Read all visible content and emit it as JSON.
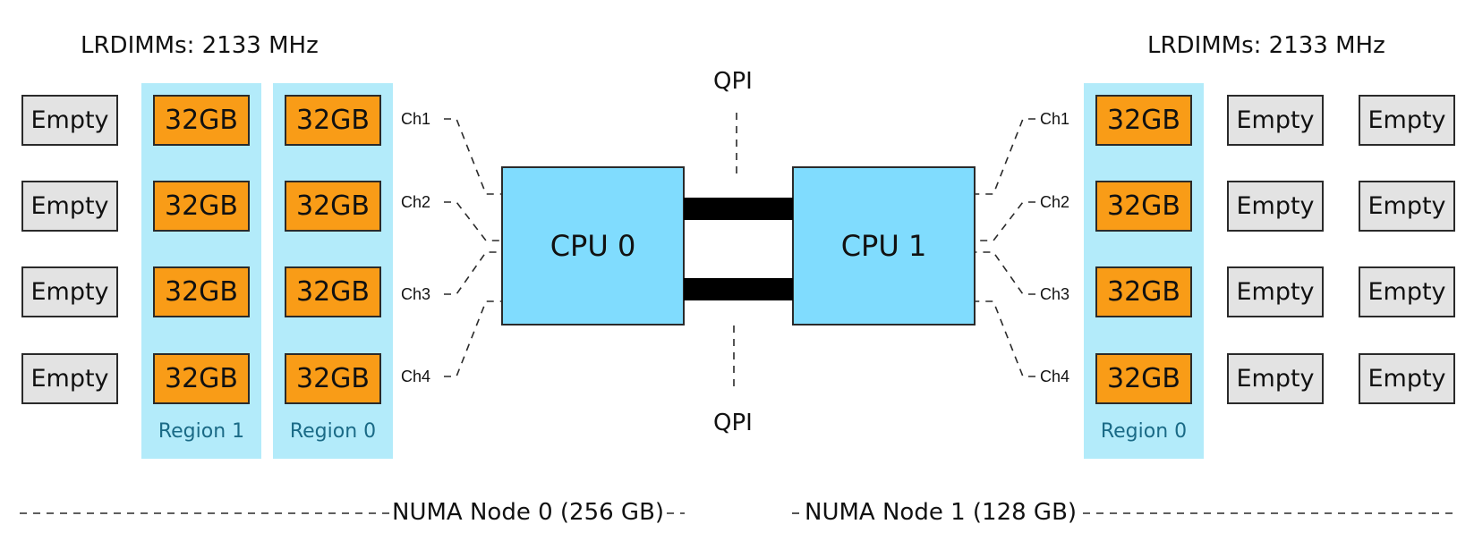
{
  "left_socket": {
    "title": "LRDIMMs: 2133 MHz",
    "columns": [
      {
        "region": null,
        "slots": [
          "Empty",
          "Empty",
          "Empty",
          "Empty"
        ]
      },
      {
        "region": "Region 1",
        "slots": [
          "32GB",
          "32GB",
          "32GB",
          "32GB"
        ]
      },
      {
        "region": "Region 0",
        "slots": [
          "32GB",
          "32GB",
          "32GB",
          "32GB"
        ]
      }
    ],
    "channels": [
      "Ch1",
      "Ch2",
      "Ch3",
      "Ch4"
    ],
    "cpu_label": "CPU 0"
  },
  "right_socket": {
    "title": "LRDIMMs: 2133 MHz",
    "columns": [
      {
        "region": "Region 0",
        "slots": [
          "32GB",
          "32GB",
          "32GB",
          "32GB"
        ]
      },
      {
        "region": null,
        "slots": [
          "Empty",
          "Empty",
          "Empty",
          "Empty"
        ]
      },
      {
        "region": null,
        "slots": [
          "Empty",
          "Empty",
          "Empty",
          "Empty"
        ]
      }
    ],
    "channels": [
      "Ch1",
      "Ch2",
      "Ch3",
      "Ch4"
    ],
    "cpu_label": "CPU 1"
  },
  "interconnect": {
    "top_label": "QPI",
    "bottom_label": "QPI"
  },
  "numa": [
    {
      "label": "NUMA Node 0 (256 GB)"
    },
    {
      "label": "NUMA Node 1 (128 GB)"
    }
  ],
  "colors": {
    "dimm_filled": "#f99c17",
    "dimm_empty": "#e3e3e3",
    "region_bg": "#b3ebfa",
    "cpu": "#80dcfe",
    "region_text": "#1a6a86"
  }
}
